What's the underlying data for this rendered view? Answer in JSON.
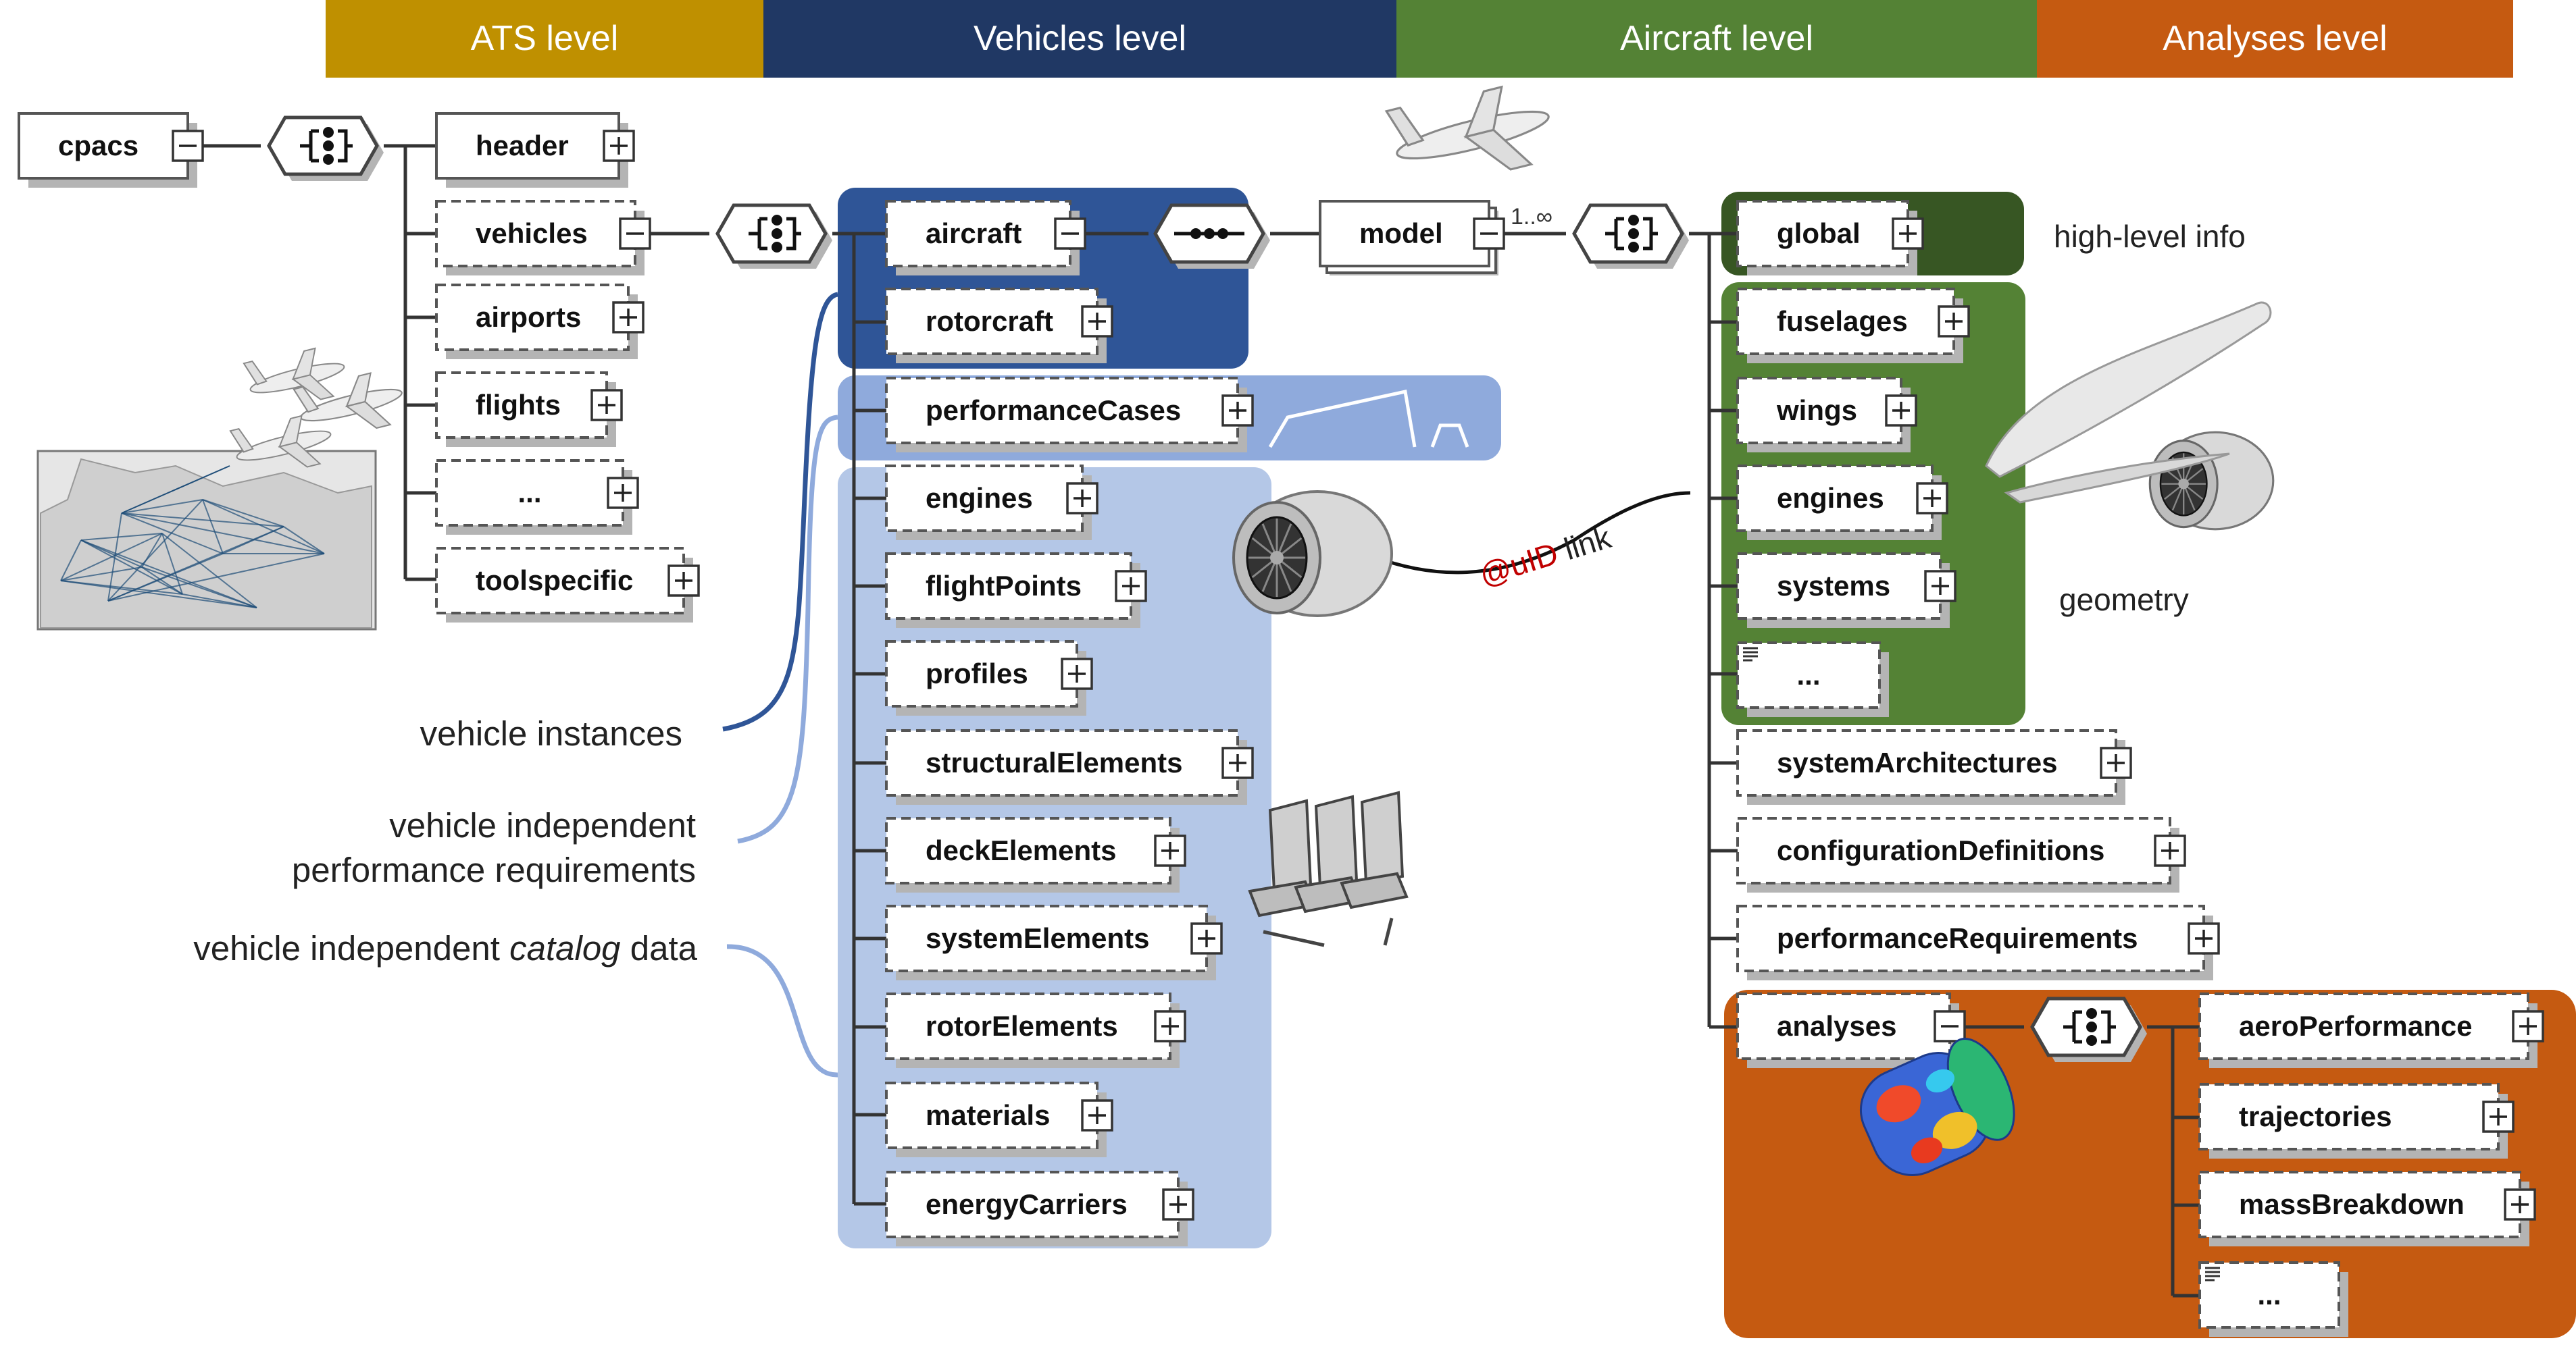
{
  "levels": [
    {
      "label": "ATS level",
      "color": "#bf9000"
    },
    {
      "label": "Vehicles level",
      "color": "#203864"
    },
    {
      "label": "Aircraft level",
      "color": "#548235"
    },
    {
      "label": "Analyses level",
      "color": "#c55a11"
    }
  ],
  "colors": {
    "vehicles_dark": "#2f5597",
    "vehicles_light": "#b4c7e7",
    "performance_band": "#8faadc",
    "aircraft_dark": "#375623",
    "aircraft_green": "#548235",
    "analyses_orange": "#c55a11",
    "uid_red": "#c00000"
  },
  "nodes": {
    "cpacs": "cpacs",
    "header": "header",
    "vehicles": "vehicles",
    "airports": "airports",
    "flights": "flights",
    "ats_more": "...",
    "toolspecific": "toolspecific",
    "aircraft": "aircraft",
    "rotorcraft": "rotorcraft",
    "performanceCases": "performanceCases",
    "engines_catalog": "engines",
    "flightPoints": "flightPoints",
    "profiles": "profiles",
    "structuralElements": "structuralElements",
    "deckElements": "deckElements",
    "systemElements": "systemElements",
    "rotorElements": "rotorElements",
    "materials": "materials",
    "energyCarriers": "energyCarriers",
    "model": "model",
    "multiplicity": "1..∞",
    "global": "global",
    "fuselages": "fuselages",
    "wings": "wings",
    "engines_aircraft": "engines",
    "systems": "systems",
    "aircraft_more": "...",
    "systemArchitectures": "systemArchitectures",
    "configurationDefinitions": "configurationDefinitions",
    "performanceRequirements": "performanceRequirements",
    "analyses": "analyses",
    "aeroPerformance": "aeroPerformance",
    "trajectories": "trajectories",
    "massBreakdown": "massBreakdown",
    "analyses_more": "..."
  },
  "annotations": {
    "vehicle_instances": "vehicle instances",
    "perf_req_line1": "vehicle independent",
    "perf_req_line2": "performance requirements",
    "catalog_prefix": "vehicle independent ",
    "catalog_italic": "catalog",
    "catalog_suffix": " data",
    "high_level_info": "high-level info",
    "geometry": "geometry",
    "uid_link_prefix": "@uID",
    "uid_link_suffix": " link"
  },
  "icons": {
    "expand": "plus-box-icon",
    "collapse": "minus-box-icon",
    "sequence": "sequence-compositor-icon",
    "choice": "choice-compositor-icon"
  }
}
